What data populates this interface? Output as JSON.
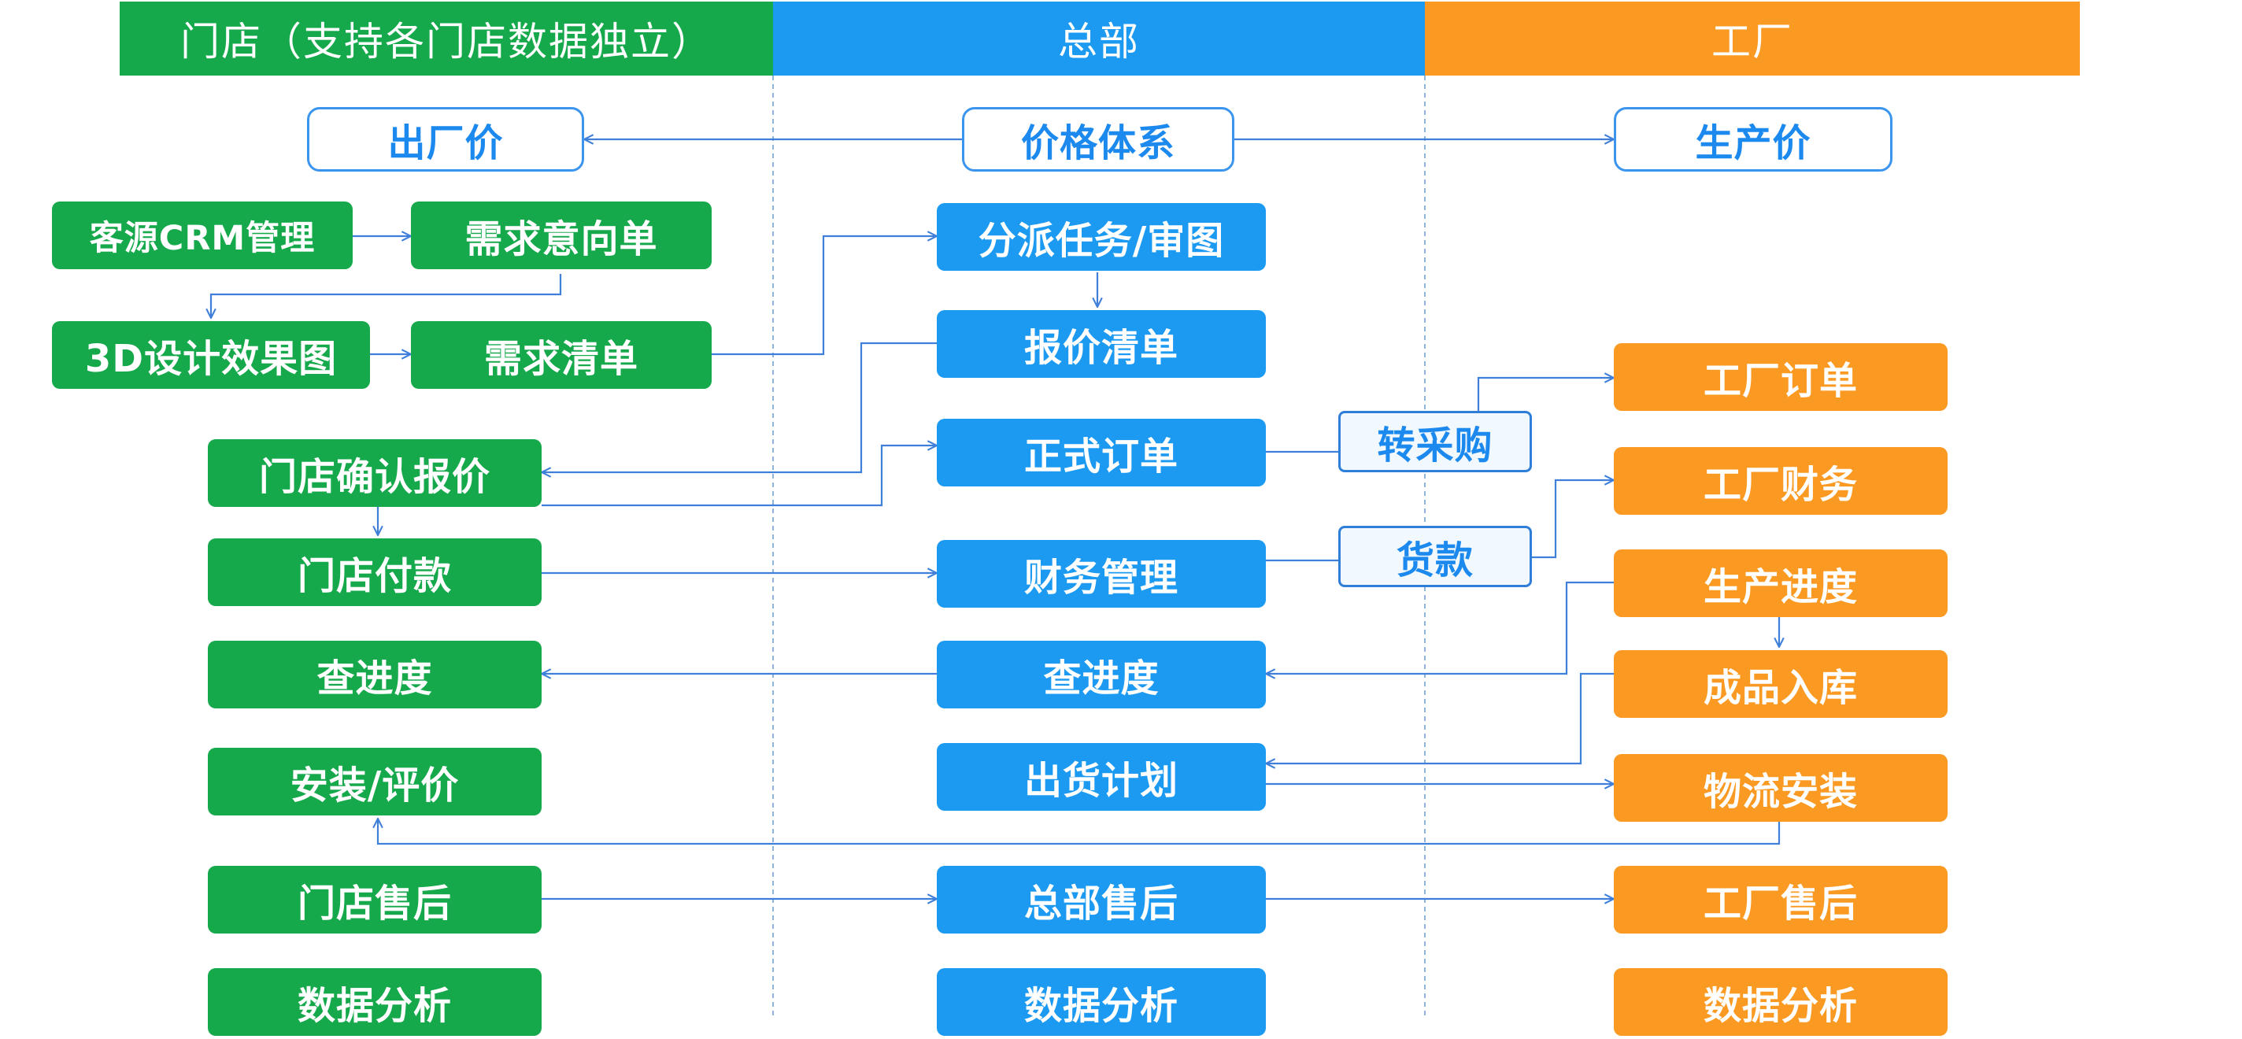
{
  "columns": {
    "store": {
      "title": "门店（支持各门店数据独立）",
      "color": "#15a94b"
    },
    "hq": {
      "title": "总部",
      "color": "#1c9af2"
    },
    "factory": {
      "title": "工厂",
      "color": "#fb9a22"
    }
  },
  "price_system": {
    "store_price": "出厂价",
    "hq_price": "价格体系",
    "factory_price": "生产价"
  },
  "store_nodes": {
    "crm": "客源CRM管理",
    "demand_intent": "需求意向单",
    "design_3d": "3D设计效果图",
    "demand_list": "需求清单",
    "confirm_quote": "门店确认报价",
    "payment": "门店付款",
    "progress": "查进度",
    "install_review": "安装/评价",
    "after_sales": "门店售后",
    "analytics": "数据分析"
  },
  "hq_nodes": {
    "dispatch": "分派任务/审图",
    "quote_list": "报价清单",
    "formal_order": "正式订单",
    "finance": "财务管理",
    "progress": "查进度",
    "shipping_plan": "出货计划",
    "after_sales": "总部售后",
    "analytics": "数据分析"
  },
  "factory_nodes": {
    "order": "工厂订单",
    "finance": "工厂财务",
    "production_progress": "生产进度",
    "warehousing": "成品入库",
    "logistics_install": "物流安装",
    "after_sales": "工厂售后",
    "analytics": "数据分析"
  },
  "tags": {
    "purchase": "转采购",
    "payment": "货款"
  },
  "colors": {
    "arrow": "#3f7fd9",
    "divider": "#8fb3d9"
  }
}
